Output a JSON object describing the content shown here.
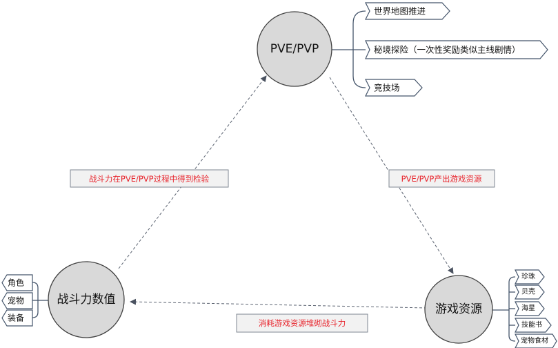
{
  "nodes": {
    "pve_pvp": {
      "label": "PVE/PVP"
    },
    "combat_power": {
      "label": "战斗力数值"
    },
    "game_resources": {
      "label": "游戏资源"
    }
  },
  "pve_pvp_modes": [
    "世界地图推进",
    "秘境探险（一次性奖励类似主线剧情）",
    "竞技场"
  ],
  "combat_power_parts": [
    "角色",
    "宠物",
    "装备"
  ],
  "resource_types": [
    "珍珠",
    "贝壳",
    "海星",
    "技能书",
    "宠物食材"
  ],
  "flows": {
    "combat_to_pvp": "战斗力在PVE/PVP过程中得到检验",
    "pvp_to_resources": "PVE/PVP产出游戏资源",
    "resources_to_combat": "消耗游戏资源堆砌战斗力"
  },
  "colors": {
    "node_fill": "#d9d9d9",
    "flow_label_text": "#e8242c",
    "connector": "#44546a"
  }
}
